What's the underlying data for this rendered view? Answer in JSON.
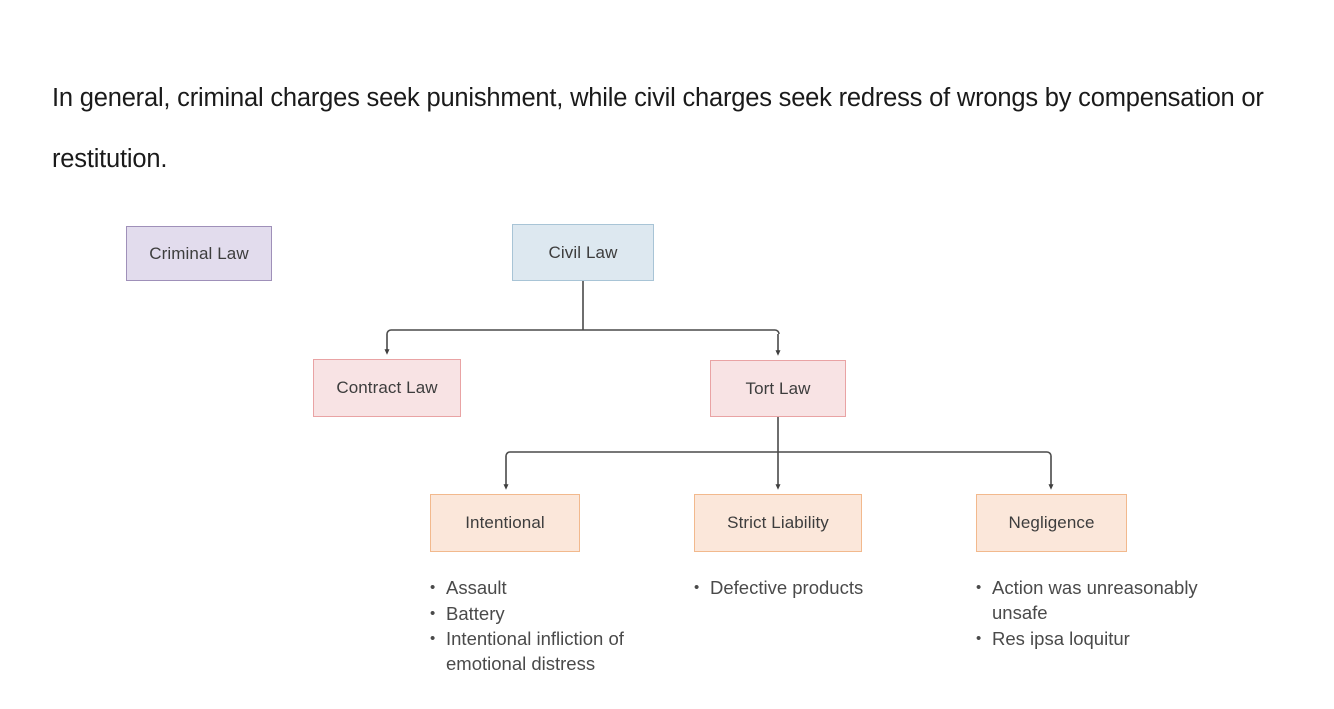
{
  "paragraph": {
    "text": "In general, criminal charges seek punishment, while civil charges seek redress of wrongs by compensation or restitution."
  },
  "diagram": {
    "type": "hierarchy-flowchart",
    "nodes": {
      "criminal_law": {
        "label": "Criminal Law",
        "fill": "#e2dced",
        "border": "#9f90b9"
      },
      "civil_law": {
        "label": "Civil Law",
        "fill": "#dde8f0",
        "border": "#a8c4d6"
      },
      "contract_law": {
        "label": "Contract Law",
        "fill": "#f8e3e4",
        "border": "#e9a3a4"
      },
      "tort_law": {
        "label": "Tort Law",
        "fill": "#f8e3e4",
        "border": "#e9a3a4"
      },
      "intentional": {
        "label": "Intentional",
        "fill": "#fbe7da",
        "border": "#f2b98d"
      },
      "strict_liability": {
        "label": "Strict Liability",
        "fill": "#fbe7da",
        "border": "#f2b98d"
      },
      "negligence": {
        "label": "Negligence",
        "fill": "#fbe7da",
        "border": "#f2b98d"
      }
    },
    "edges": [
      {
        "from": "civil_law",
        "to": "contract_law"
      },
      {
        "from": "civil_law",
        "to": "tort_law"
      },
      {
        "from": "tort_law",
        "to": "intentional"
      },
      {
        "from": "tort_law",
        "to": "strict_liability"
      },
      {
        "from": "tort_law",
        "to": "negligence"
      }
    ],
    "lists": {
      "intentional": [
        "Assault",
        "Battery",
        "Intentional infliction of emotional distress"
      ],
      "strict_liability": [
        "Defective products"
      ],
      "negligence": [
        "Action was unreasonably unsafe",
        "Res ipsa loquitur"
      ]
    }
  }
}
